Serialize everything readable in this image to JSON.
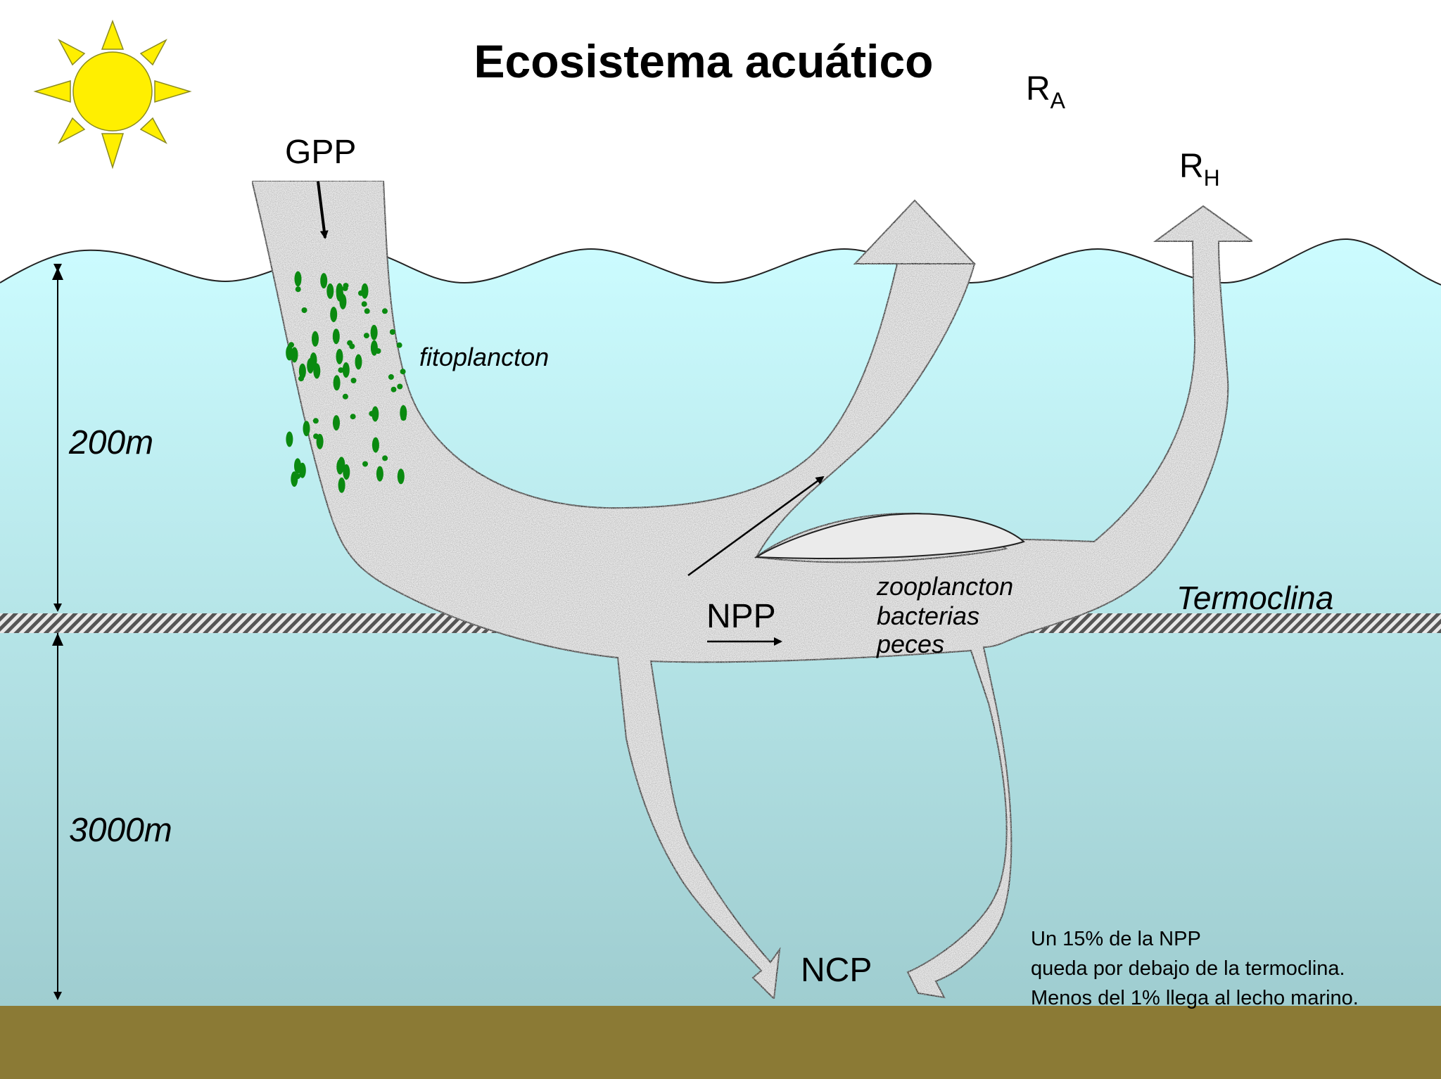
{
  "title": "Ecosistema acuático",
  "labels": {
    "gpp": "GPP",
    "npp": "NPP",
    "ncp": "NCP",
    "ra_main": "R",
    "ra_sub": "A",
    "rh_main": "R",
    "rh_sub": "H",
    "fitoplancton": "fitoplancton",
    "consumers": [
      "zooplancton",
      "bacterias",
      "peces"
    ],
    "termoclina": "Termoclina",
    "depth_upper": "200m",
    "depth_lower": "3000m"
  },
  "note": [
    "Un 15% de la NPP",
    "queda por debajo de la termoclina.",
    "Menos del 1% llega al lecho marino."
  ],
  "colors": {
    "sky": "#ffffff",
    "water_top": "#ccfcff",
    "water_bottom": "#9fcdd0",
    "seabed": "#8b7a35",
    "sun": "#ffef00",
    "flow": "#ebebeb",
    "phytoplankton": "#0a8a10"
  }
}
